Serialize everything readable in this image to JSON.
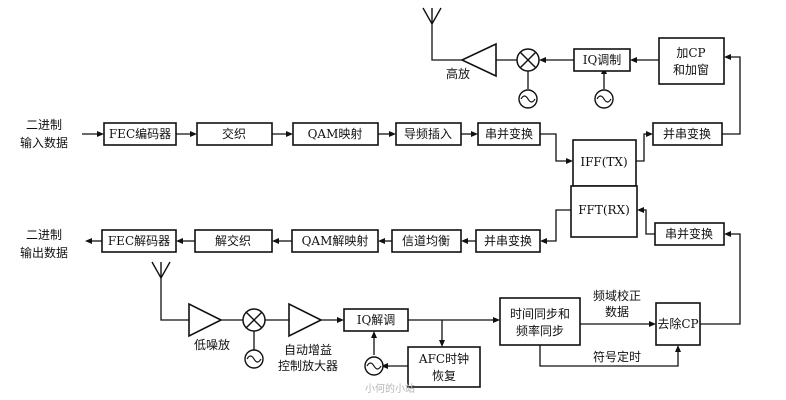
{
  "colors": {
    "ink": "#111111",
    "background": "#ffffff",
    "watermark": "#b5b5b5"
  },
  "tx_chain": {
    "input": [
      "二进制",
      "输入数据"
    ],
    "fec_encoder": "FEC编码器",
    "interleaver": "交织",
    "qam_mapper": "QAM映射",
    "pilot_insert": "导频插入",
    "serial_to_parallel": "串并变换",
    "ifft": "IFF(TX)",
    "parallel_to_serial": "并串变换",
    "add_cp": [
      "加CP",
      "和加窗"
    ],
    "iq_modulator": "IQ调制",
    "power_amp": "高放"
  },
  "rx_chain": {
    "output": [
      "二进制",
      "输出数据"
    ],
    "fec_decoder": "FEC解码器",
    "deinterleaver": "解交织",
    "qam_demapper": "QAM解映射",
    "channel_equalizer": "信道均衡",
    "parallel_to_serial": "并串变换",
    "fft": "FFT(RX)",
    "serial_to_parallel": "串并变换",
    "remove_cp": "去除CP",
    "sync": [
      "时间同步和",
      "频率同步"
    ],
    "freq_correction": [
      "频域校正",
      "数据"
    ],
    "symbol_timing": "符号定时",
    "iq_demodulator": "IQ解调",
    "afc": [
      "AFC时钟",
      "恢复"
    ],
    "lna": "低噪放",
    "agc": [
      "自动增益",
      "控制放大器"
    ]
  },
  "watermark": "小何的小站"
}
